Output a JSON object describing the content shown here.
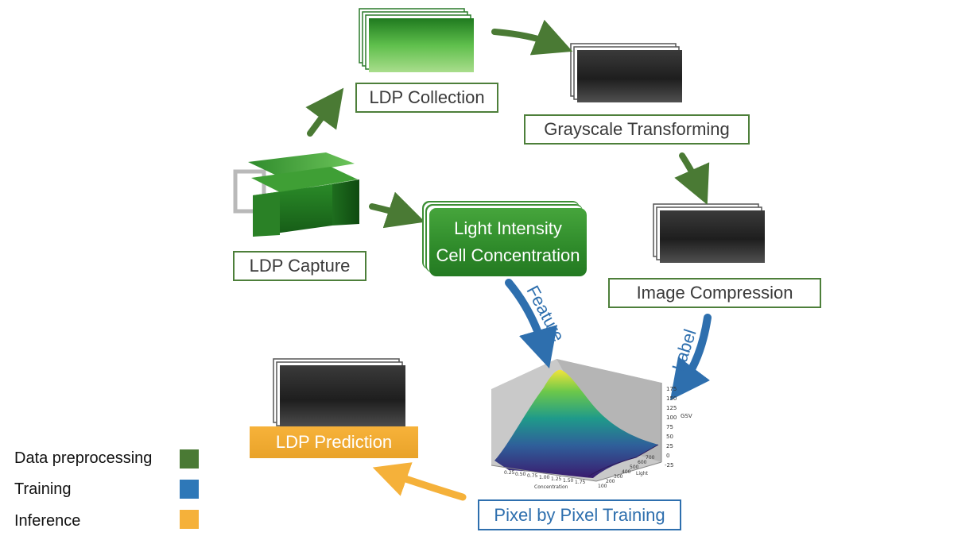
{
  "steps": {
    "capture": "LDP Capture",
    "collection": "LDP Collection",
    "grayscale": "Grayscale Transforming",
    "compression": "Image Compression",
    "training": "Pixel by Pixel Training",
    "prediction": "LDP Prediction",
    "feature_line1": "Light Intensity",
    "feature_line2": "Cell Concentration"
  },
  "flow_labels": {
    "feature": "Feature",
    "label": "Label"
  },
  "legend": [
    {
      "label": "Data preprocessing",
      "color": "#4a7a34"
    },
    {
      "label": "Training",
      "color": "#2e78b8"
    },
    {
      "label": "Inference",
      "color": "#f5b13a"
    }
  ],
  "surface_plot": {
    "z_axis_label": "GSV",
    "x_axis_label": "Concentration",
    "y_axis_label": "Light",
    "z_ticks": [
      "175",
      "150",
      "125",
      "100",
      "75",
      "50",
      "25",
      "0",
      "-25"
    ],
    "x_ticks": [
      "0.25",
      "0.50",
      "0.75",
      "1.00",
      "1.25",
      "1.50",
      "1.75"
    ],
    "y_ticks": [
      "700",
      "600",
      "500",
      "400",
      "300",
      "200",
      "100"
    ]
  },
  "colors": {
    "green": "#4a7a34",
    "blue": "#2e78b8",
    "orange": "#f5b13a"
  }
}
